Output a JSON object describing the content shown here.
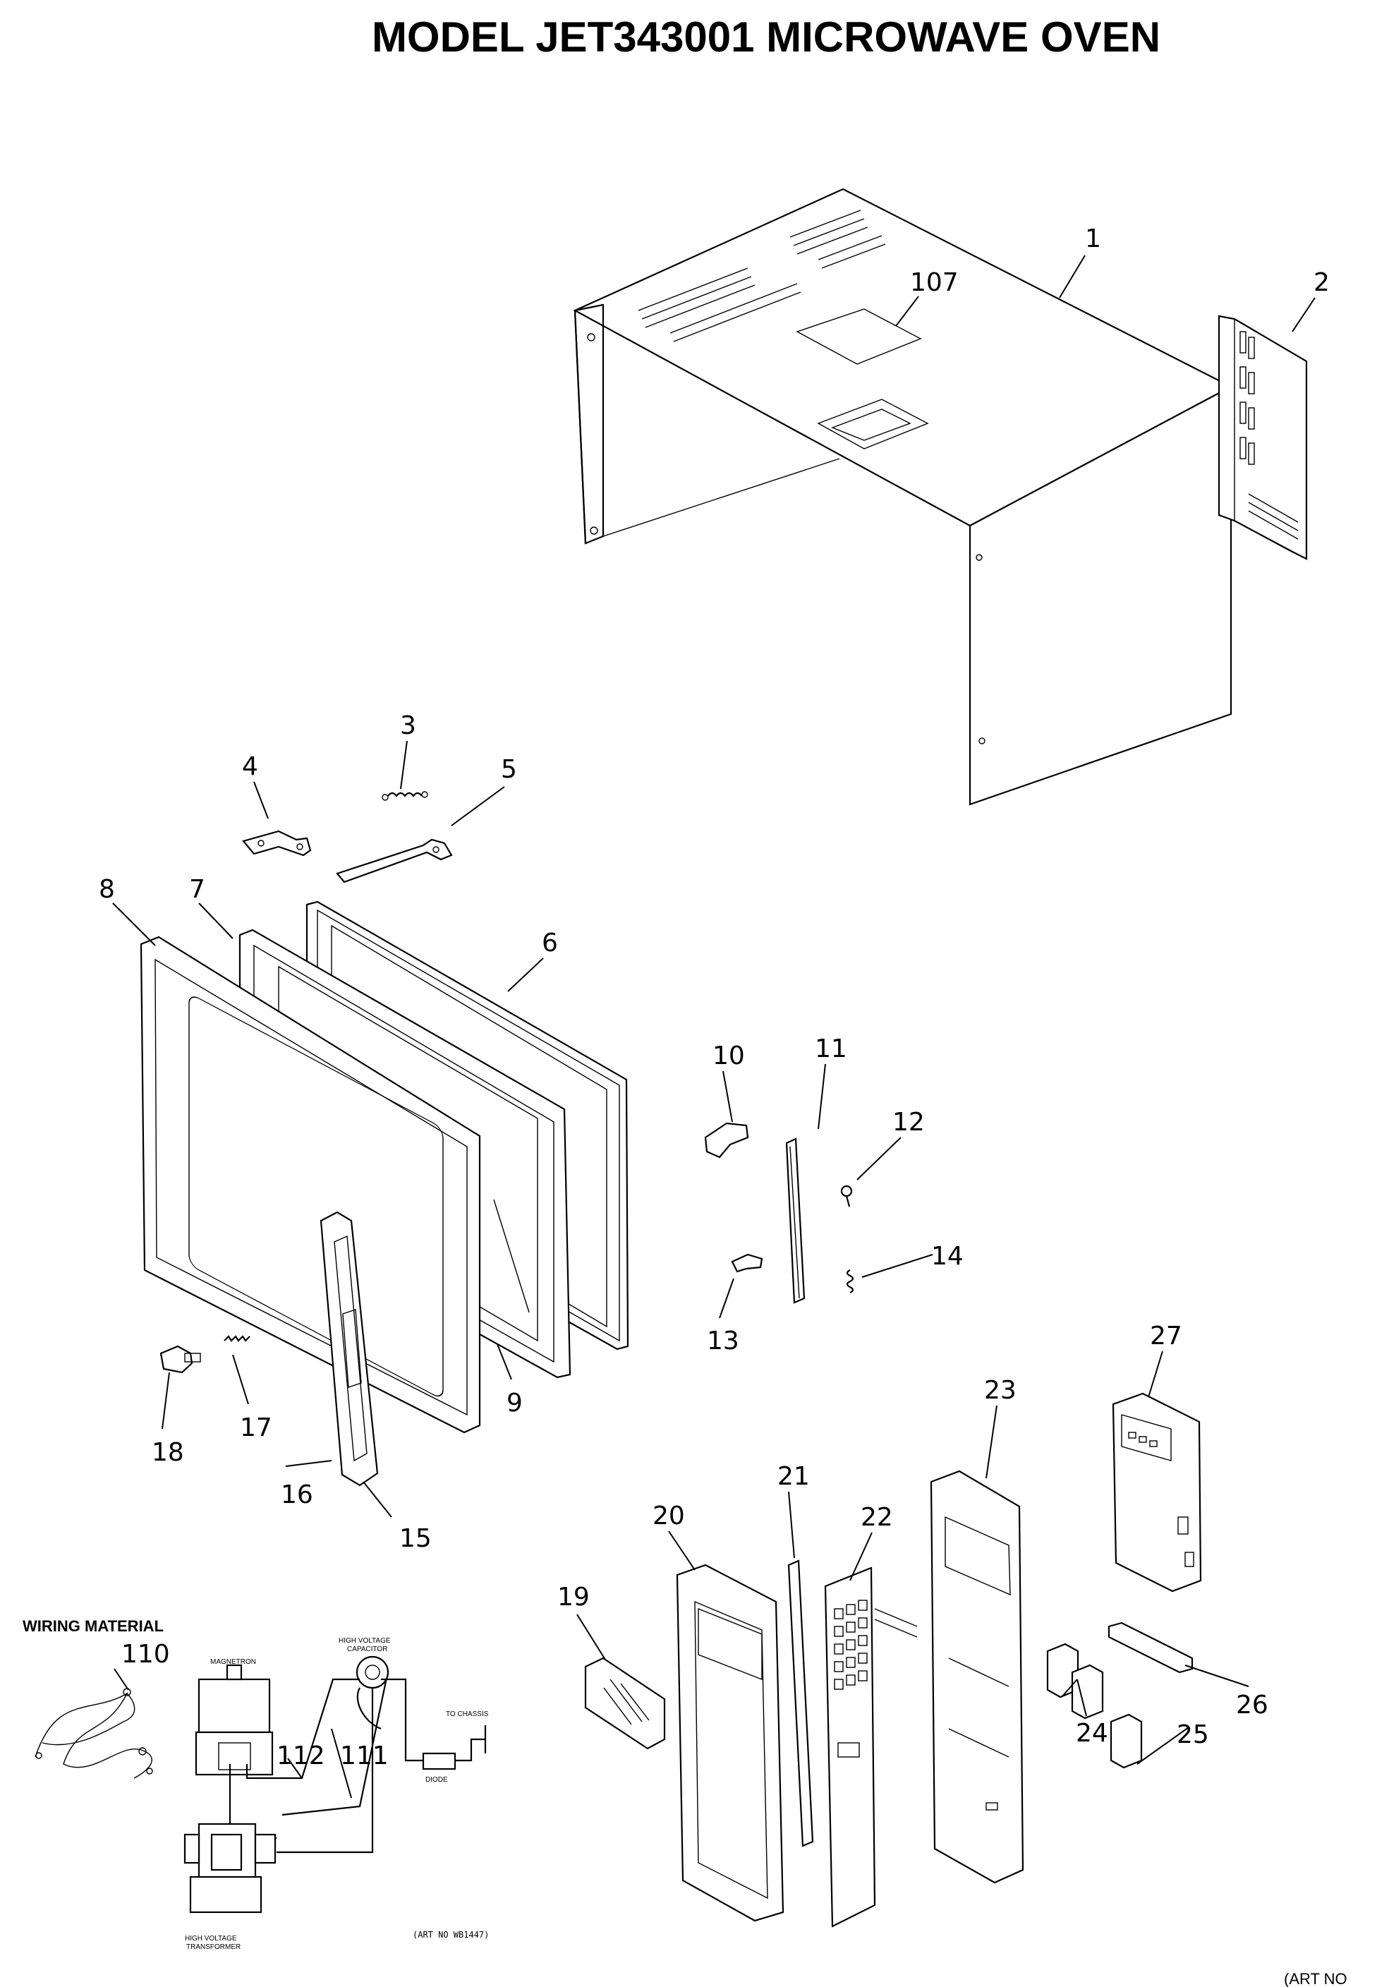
{
  "title": "MODEL JET343001 MICROWAVE OVEN",
  "wiring_section_title": "WIRING MATERIAL",
  "wiring_labels": {
    "magnetron": "MAGNETRON",
    "capacitor_line1": "HIGH VOLTAGE",
    "capacitor_line2": "CAPACITOR",
    "to_chassis": "TO CHASSIS",
    "diode": "DIODE",
    "transformer_line1": "HIGH VOLTAGE",
    "transformer_line2": "TRANSFORMER"
  },
  "art_number": "(ART NO  WB1447)",
  "corner_art": "(ART NO",
  "parts": [
    {
      "id": "1",
      "label": "1"
    },
    {
      "id": "2",
      "label": "2"
    },
    {
      "id": "107",
      "label": "107"
    },
    {
      "id": "3",
      "label": "3"
    },
    {
      "id": "4",
      "label": "4"
    },
    {
      "id": "5",
      "label": "5"
    },
    {
      "id": "6",
      "label": "6"
    },
    {
      "id": "7",
      "label": "7"
    },
    {
      "id": "8",
      "label": "8"
    },
    {
      "id": "9",
      "label": "9"
    },
    {
      "id": "10",
      "label": "10"
    },
    {
      "id": "11",
      "label": "11"
    },
    {
      "id": "12",
      "label": "12"
    },
    {
      "id": "13",
      "label": "13"
    },
    {
      "id": "14",
      "label": "14"
    },
    {
      "id": "15",
      "label": "15"
    },
    {
      "id": "16",
      "label": "16"
    },
    {
      "id": "17",
      "label": "17"
    },
    {
      "id": "18",
      "label": "18"
    },
    {
      "id": "19",
      "label": "19"
    },
    {
      "id": "20",
      "label": "20"
    },
    {
      "id": "21",
      "label": "21"
    },
    {
      "id": "22",
      "label": "22"
    },
    {
      "id": "23",
      "label": "23"
    },
    {
      "id": "24",
      "label": "24"
    },
    {
      "id": "25",
      "label": "25"
    },
    {
      "id": "26",
      "label": "26"
    },
    {
      "id": "27",
      "label": "27"
    },
    {
      "id": "110",
      "label": "110"
    },
    {
      "id": "111",
      "label": "111"
    },
    {
      "id": "112",
      "label": "112"
    }
  ]
}
